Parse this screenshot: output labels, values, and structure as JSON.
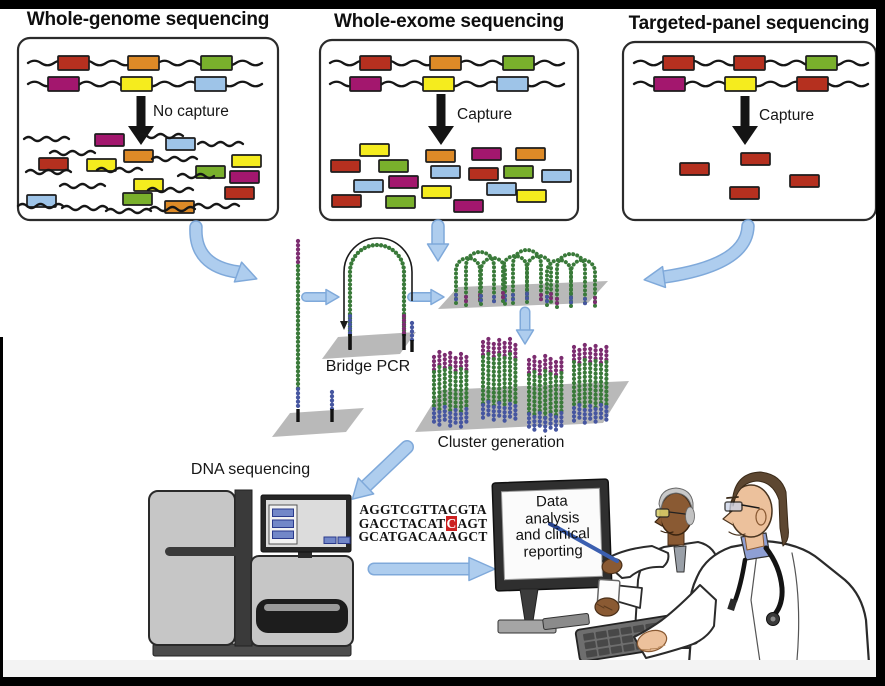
{
  "figure": {
    "panels": [
      {
        "title": "Whole-genome sequencing",
        "capture_label": "No capture"
      },
      {
        "title": "Whole-exome sequencing",
        "capture_label": "Capture"
      },
      {
        "title": "Targeted-panel sequencing",
        "capture_label": "Capture"
      }
    ],
    "labels": {
      "bridge_pcr": "Bridge PCR",
      "cluster_generation": "Cluster generation",
      "dna_sequencing": "DNA sequencing"
    },
    "sequence_readout": {
      "line1": "AGGTCGTTACGTA",
      "line2_pre": "GACCTACAT",
      "line2_highlight": "C",
      "line2_post": "AGT",
      "line3": "GCATGACAAAGCT"
    },
    "monitor_text": {
      "line1": "Data",
      "line2": "analysis",
      "line3": "and clinical",
      "line4": "reporting"
    },
    "colors": {
      "fragment_red": "#b5301f",
      "fragment_orange": "#dd8a27",
      "fragment_green": "#79b02c",
      "fragment_magenta": "#a3176e",
      "fragment_yellow": "#f5ec1e",
      "fragment_blue": "#9ec4e8",
      "arrow_blue_fill": "#aecdee",
      "arrow_blue_edge": "#7fa9da",
      "bead_green": "#3a7a3a",
      "bead_magenta": "#7c2d70",
      "bead_blue": "#4656a0",
      "platform_gray": "#b9b9b9",
      "highlight_red": "#cc1f1f"
    }
  }
}
